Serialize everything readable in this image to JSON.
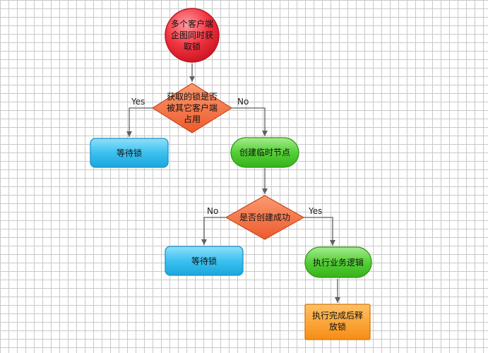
{
  "diagram": {
    "nodes": {
      "start": [
        "多个客户端",
        "企图同时获",
        "取锁"
      ],
      "check_lock": [
        "获取的锁是否",
        "被其它客户端",
        "占用"
      ],
      "wait_1": [
        "等待锁"
      ],
      "create_node": [
        "创建临时节点"
      ],
      "check_create": [
        "是否创建成功"
      ],
      "wait_2": [
        "等待锁"
      ],
      "execute": [
        "执行业务逻辑"
      ],
      "release": [
        "执行完成后释",
        "放锁"
      ]
    },
    "edge_labels": {
      "check_lock_yes": "Yes",
      "check_lock_no": "No",
      "check_create_no": "No",
      "check_create_yes": "Yes"
    }
  },
  "colors": {
    "start_fill": "#ee2233",
    "decision_fill": "#f36a3c",
    "wait_fill": "#29b6ea",
    "process_fill": "#44c82a",
    "release_fill": "#f8981d",
    "edge": "#606060"
  }
}
